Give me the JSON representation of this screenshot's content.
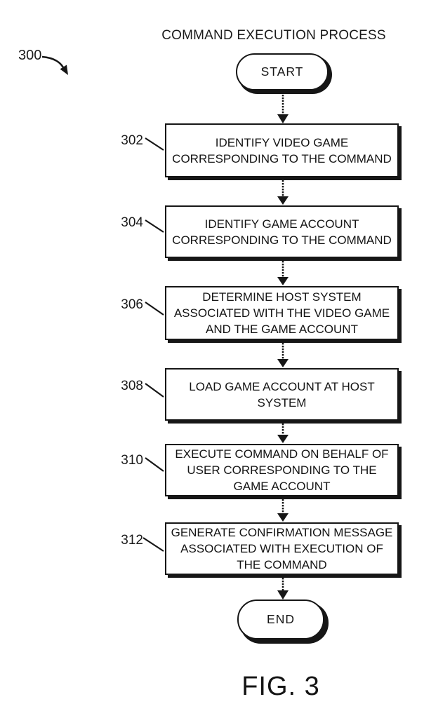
{
  "figure": {
    "title": "COMMAND EXECUTION PROCESS",
    "reference_number": "300",
    "caption": "FIG. 3"
  },
  "flowchart": {
    "start": "START",
    "end": "END",
    "steps": [
      {
        "ref": "302",
        "text": "IDENTIFY VIDEO GAME CORRESPONDING TO THE COMMAND"
      },
      {
        "ref": "304",
        "text": "IDENTIFY GAME ACCOUNT CORRESPONDING TO THE COMMAND"
      },
      {
        "ref": "306",
        "text": "DETERMINE HOST SYSTEM ASSOCIATED WITH THE VIDEO GAME AND THE GAME ACCOUNT"
      },
      {
        "ref": "308",
        "text": "LOAD GAME ACCOUNT AT HOST SYSTEM"
      },
      {
        "ref": "310",
        "text": "EXECUTE COMMAND ON BEHALF OF USER CORRESPONDING TO THE GAME ACCOUNT"
      },
      {
        "ref": "312",
        "text": "GENERATE CONFIRMATION MESSAGE ASSOCIATED WITH EXECUTION OF THE COMMAND"
      }
    ]
  },
  "colors": {
    "ink": "#161616",
    "paper": "#ffffff"
  }
}
